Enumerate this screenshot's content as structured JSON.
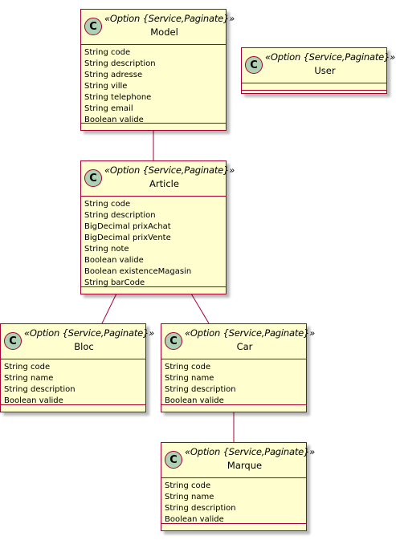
{
  "diagram": {
    "circle_letter": "C",
    "colors": {
      "class_fill": "#FEFECE",
      "border": "#A80036",
      "circle_fill": "#ADD1B2"
    },
    "classes": [
      {
        "id": "model",
        "name": "Model",
        "stereotype": "«Option {Service,Paginate}»",
        "fields": [
          "String code",
          "String description",
          "String adresse",
          "String ville",
          "String telephone",
          "String email",
          "Boolean valide"
        ]
      },
      {
        "id": "user",
        "name": "User",
        "stereotype": "«Option {Service,Paginate}»",
        "fields": []
      },
      {
        "id": "article",
        "name": "Article",
        "stereotype": "«Option {Service,Paginate}»",
        "fields": [
          "String code",
          "String description",
          "BigDecimal prixAchat",
          "BigDecimal prixVente",
          "String note",
          "Boolean valide",
          "Boolean existenceMagasin",
          "String barCode"
        ]
      },
      {
        "id": "bloc",
        "name": "Bloc",
        "stereotype": "«Option {Service,Paginate}»",
        "fields": [
          "String code",
          "String name",
          "String description",
          "Boolean valide"
        ]
      },
      {
        "id": "car",
        "name": "Car",
        "stereotype": "«Option {Service,Paginate}»",
        "fields": [
          "String code",
          "String name",
          "String description",
          "Boolean valide"
        ]
      },
      {
        "id": "marque",
        "name": "Marque",
        "stereotype": "«Option {Service,Paginate}»",
        "fields": [
          "String code",
          "String name",
          "String description",
          "Boolean valide"
        ]
      }
    ],
    "relations": [
      {
        "from": "model",
        "to": "article"
      },
      {
        "from": "article",
        "to": "bloc"
      },
      {
        "from": "article",
        "to": "car"
      },
      {
        "from": "car",
        "to": "marque"
      }
    ]
  }
}
